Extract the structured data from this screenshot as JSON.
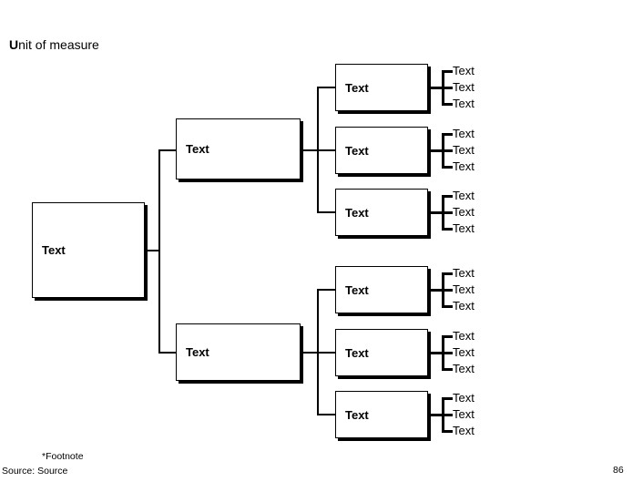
{
  "title": {
    "bold_prefix": "U",
    "rest": "nit of measure"
  },
  "tree": {
    "root_label": "Text",
    "branches": [
      {
        "label": "Text"
      },
      {
        "label": "Text"
      }
    ],
    "nodes": [
      {
        "label": "Text",
        "leaves": [
          "Text",
          "Text",
          "Text"
        ]
      },
      {
        "label": "Text",
        "leaves": [
          "Text",
          "Text",
          "Text"
        ]
      },
      {
        "label": "Text",
        "leaves": [
          "Text",
          "Text",
          "Text"
        ]
      },
      {
        "label": "Text",
        "leaves": [
          "Text",
          "Text",
          "Text"
        ]
      },
      {
        "label": "Text",
        "leaves": [
          "Text",
          "Text",
          "Text"
        ]
      },
      {
        "label": "Text",
        "leaves": [
          "Text",
          "Text",
          "Text"
        ]
      }
    ]
  },
  "footer": {
    "footnote": "*Footnote",
    "source": "Source: Source",
    "page_number": "86"
  },
  "colors": {
    "line": "#000000",
    "background": "#ffffff"
  }
}
